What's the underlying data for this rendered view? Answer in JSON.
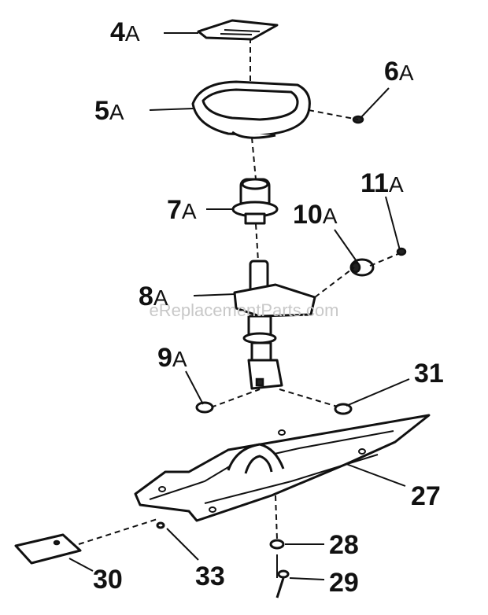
{
  "labels": {
    "p4a": {
      "num": "4",
      "suf": "A"
    },
    "p5a": {
      "num": "5",
      "suf": "A"
    },
    "p6a": {
      "num": "6",
      "suf": "A"
    },
    "p7a": {
      "num": "7",
      "suf": "A"
    },
    "p8a": {
      "num": "8",
      "suf": "A"
    },
    "p9a": {
      "num": "9",
      "suf": "A"
    },
    "p10a": {
      "num": "10",
      "suf": "A"
    },
    "p11a": {
      "num": "11",
      "suf": "A"
    },
    "p27": "27",
    "p28": "28",
    "p29": "29",
    "p30": "30",
    "p31": "31",
    "p33": "33"
  },
  "watermark": "eReplacementParts.com"
}
